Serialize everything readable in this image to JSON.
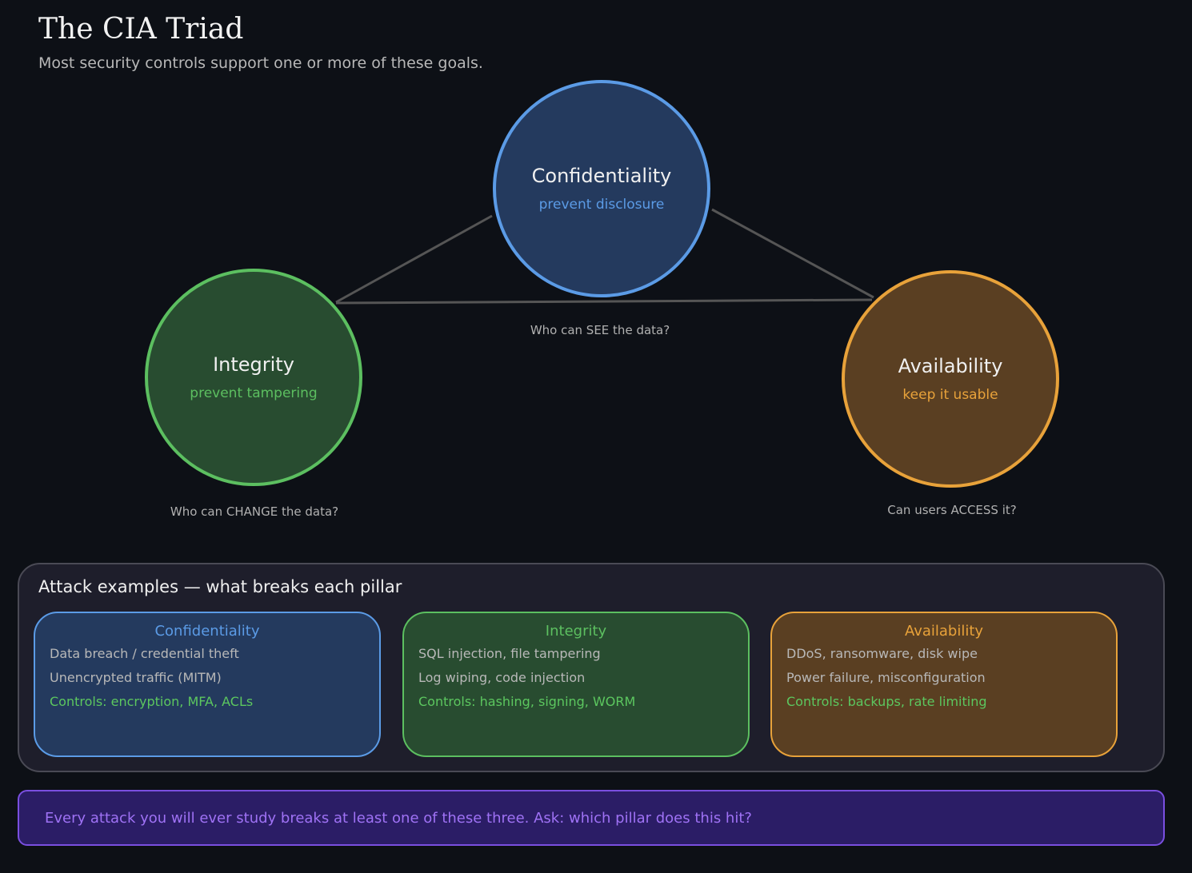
{
  "title": "The CIA Triad",
  "subtitle": "Most security controls support one or more of these goals.",
  "colors": {
    "confidentiality": "#5b9be6",
    "integrity": "#5cbf60",
    "availability": "#e8a23a",
    "banner": "#7a4fe0"
  },
  "pillars": [
    {
      "name": "Confidentiality",
      "goal": "prevent disclosure",
      "question": "Who can SEE the data?"
    },
    {
      "name": "Integrity",
      "goal": "prevent tampering",
      "question": "Who can CHANGE the data?"
    },
    {
      "name": "Availability",
      "goal": "keep it usable",
      "question": "Can users ACCESS it?"
    }
  ],
  "attacks": {
    "title": "Attack examples — what breaks each pillar",
    "cards": [
      {
        "title": "Confidentiality",
        "lines": [
          "Data breach / credential theft",
          "Unencrypted traffic (MITM)"
        ],
        "controls": "Controls: encryption, MFA, ACLs"
      },
      {
        "title": "Integrity",
        "lines": [
          "SQL injection, file tampering",
          "Log wiping, code injection"
        ],
        "controls": "Controls: hashing, signing, WORM"
      },
      {
        "title": "Availability",
        "lines": [
          "DDoS, ransomware, disk wipe",
          "Power failure, misconfiguration"
        ],
        "controls": "Controls: backups, rate limiting"
      }
    ]
  },
  "banner": "Every attack you will ever study breaks at least one of these three. Ask: which pillar does this hit?"
}
